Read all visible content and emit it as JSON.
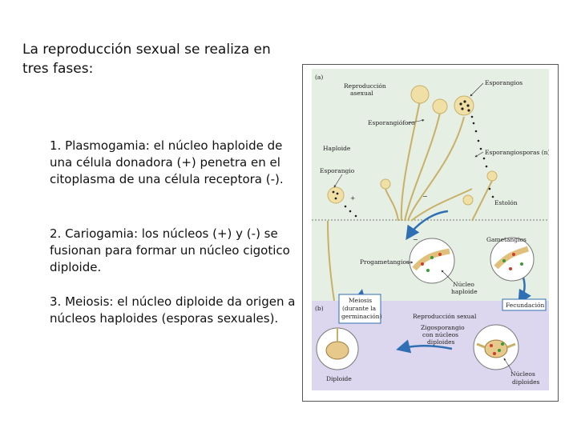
{
  "slide": {
    "title": "La reproducción sexual se realiza en tres fases:",
    "points": [
      {
        "term": "1. Plasmogamia:",
        "text": " el núcleo haploide de una célula donadora (+) penetra en el citoplasma de una célula receptora (-)."
      },
      {
        "term": "2. Cariogamia:",
        "text": " los núcleos  (+) y (-) se fusionan para formar un núcleo cigotico diploide."
      },
      {
        "term": "3. Meiosis:",
        "text": " el núcleo diploide da origen a núcleos haploides (esporas sexuales)."
      }
    ]
  },
  "figure": {
    "panel_a": "(a)",
    "panel_b": "(b)",
    "labels": {
      "reproduccion_asexual_1": "Reproducción",
      "reproduccion_asexual_2": "asexual",
      "esporangios": "Esporangios",
      "esporangioforo": "Esporangióforo",
      "haploide": "Haploide",
      "esporangiosporas": "Esporangiosporas (n)",
      "esporangio": "Esporangio",
      "estolon": "Estolón",
      "gametangios": "Gametangios",
      "plus": "+",
      "minus": "−",
      "progametangios": "Progametangios",
      "nucleo_haploide_1": "Núcleo",
      "nucleo_haploide_2": "haploide",
      "meiosis_1": "Meiosis",
      "meiosis_2": "(durante la",
      "meiosis_3": "germinación)",
      "fecundacion": "Fecundación",
      "reproduccion_sexual": "Reproducción sexual",
      "zigosporangio_1": "Zigosporangio",
      "zigosporangio_2": "con núcleos",
      "zigosporangio_3": "diploides",
      "diploide": "Diploide",
      "nucleos_diploides_1": "Núcleos",
      "nucleos_diploides_2": "diploides"
    },
    "colors": {
      "top_bg": "#e6efe4",
      "bottom_bg": "#dcd6ee",
      "hyphae": "#f1e0a6",
      "hyphae_stroke": "#c9b067",
      "arrow": "#2f6fb3",
      "nucleus_red": "#d23a2a",
      "nucleus_green": "#3a9a3a",
      "spore_dark": "#222222"
    }
  }
}
